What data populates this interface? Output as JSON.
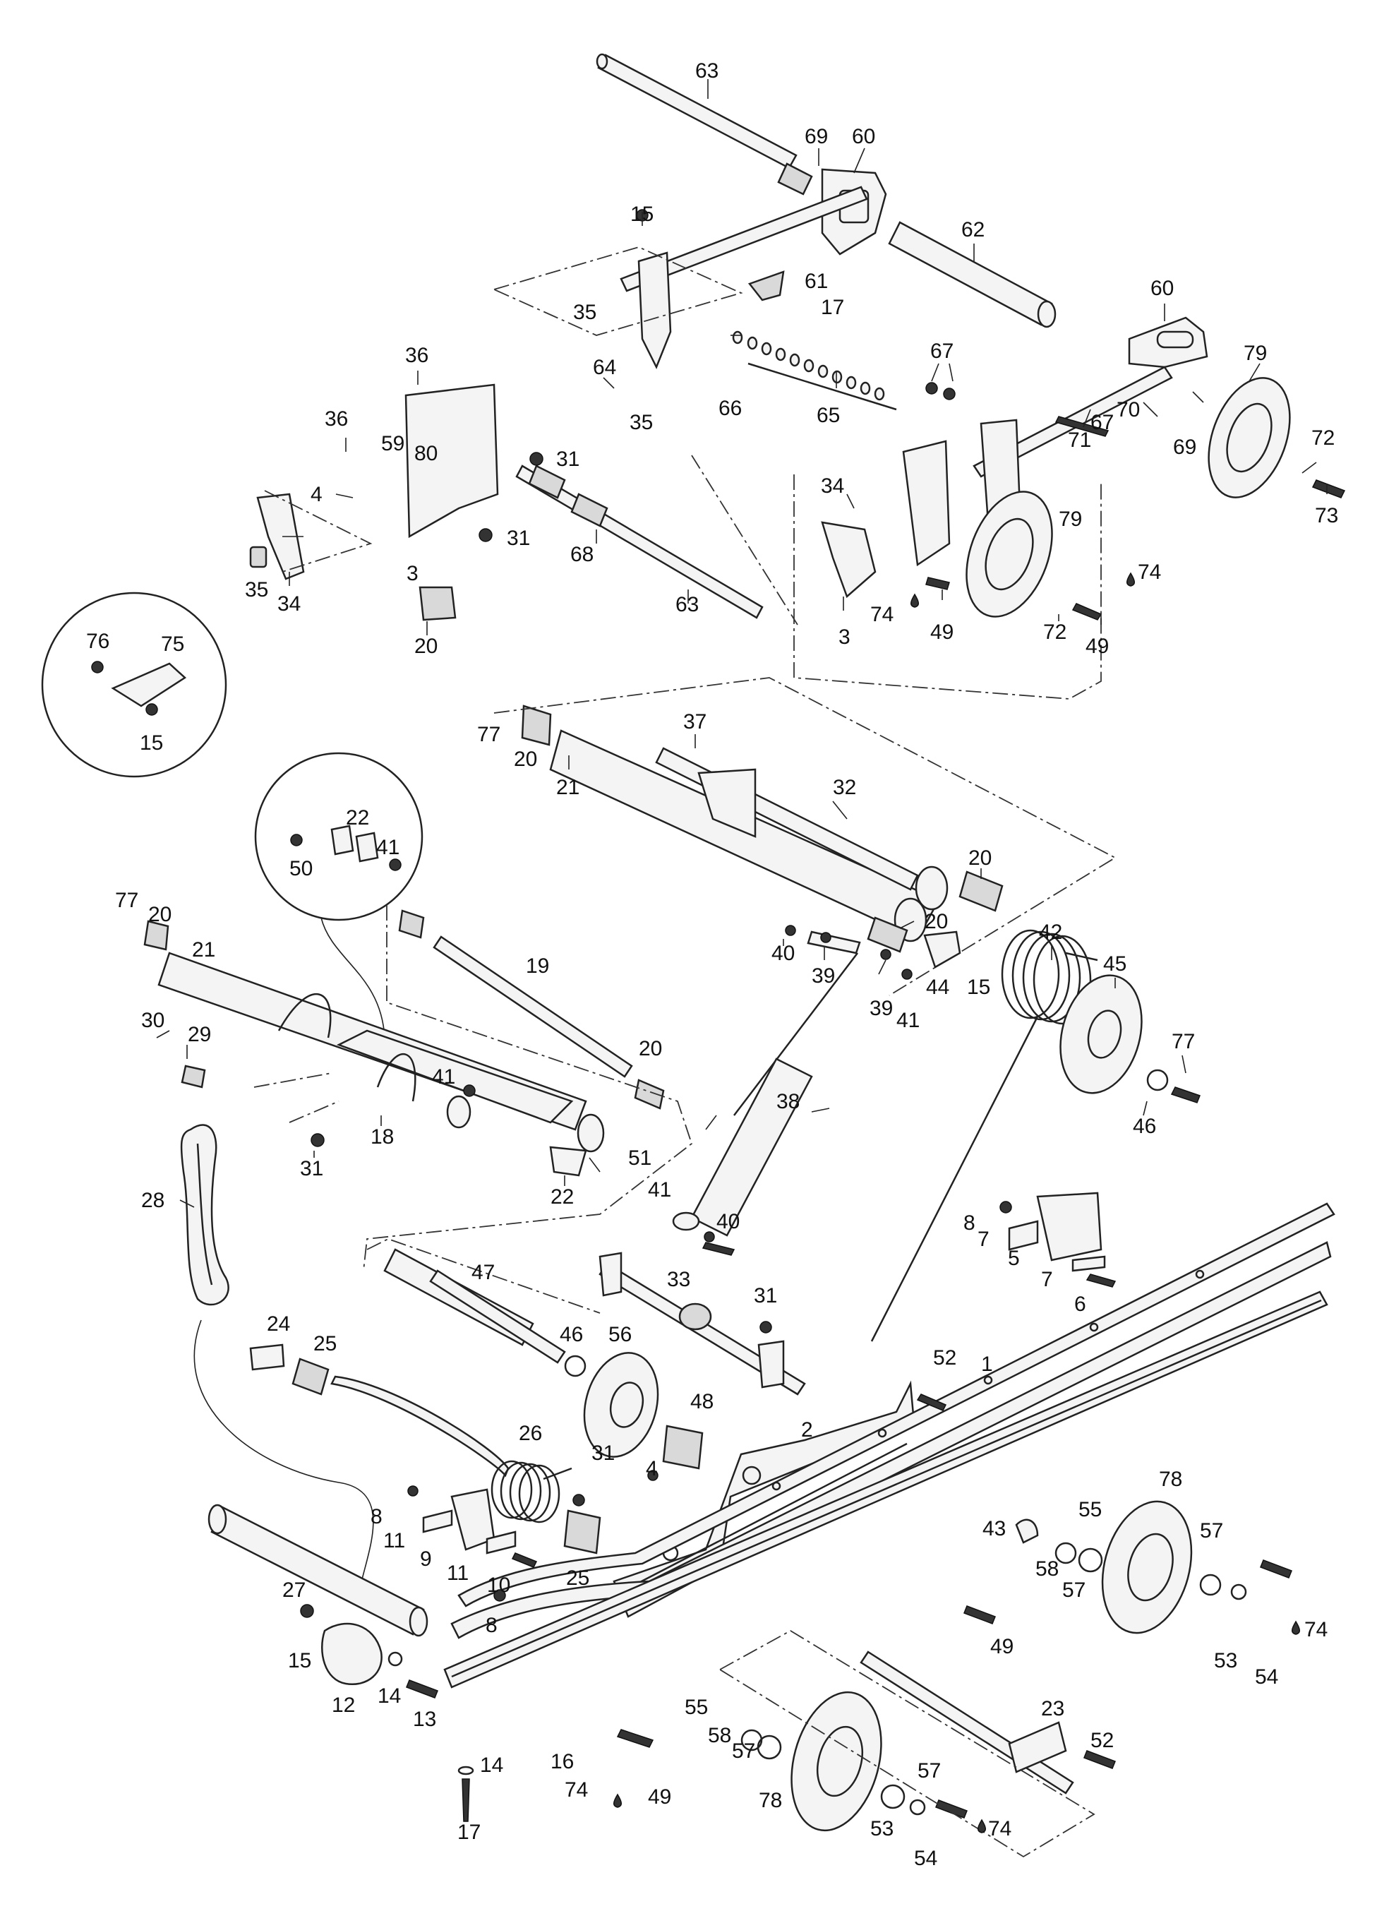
{
  "diagram": {
    "callouts": [
      {
        "id": "c63a",
        "text": "63"
      },
      {
        "id": "c69a",
        "text": "69"
      },
      {
        "id": "c60a",
        "text": "60"
      },
      {
        "id": "c15a",
        "text": "15"
      },
      {
        "id": "c62",
        "text": "62"
      },
      {
        "id": "c61",
        "text": "61"
      },
      {
        "id": "c17a",
        "text": "17"
      },
      {
        "id": "c35a",
        "text": "35"
      },
      {
        "id": "c60b",
        "text": "60"
      },
      {
        "id": "c79a",
        "text": "79"
      },
      {
        "id": "c36a",
        "text": "36"
      },
      {
        "id": "c64",
        "text": "64"
      },
      {
        "id": "c67a",
        "text": "67"
      },
      {
        "id": "c59",
        "text": "59"
      },
      {
        "id": "c80",
        "text": "80"
      },
      {
        "id": "c35b",
        "text": "35"
      },
      {
        "id": "c66",
        "text": "66"
      },
      {
        "id": "c65",
        "text": "65"
      },
      {
        "id": "c70",
        "text": "70"
      },
      {
        "id": "c67b",
        "text": "67"
      },
      {
        "id": "c36b",
        "text": "36"
      },
      {
        "id": "c71",
        "text": "71"
      },
      {
        "id": "c69b",
        "text": "69"
      },
      {
        "id": "c72a",
        "text": "72"
      },
      {
        "id": "c31a",
        "text": "31"
      },
      {
        "id": "c73",
        "text": "73"
      },
      {
        "id": "c4a",
        "text": "4"
      },
      {
        "id": "c34a",
        "text": "34"
      },
      {
        "id": "c79b",
        "text": "79"
      },
      {
        "id": "c31b",
        "text": "31"
      },
      {
        "id": "c68",
        "text": "68"
      },
      {
        "id": "c74a",
        "text": "74"
      },
      {
        "id": "c35c",
        "text": "35"
      },
      {
        "id": "c34b",
        "text": "34"
      },
      {
        "id": "c3a",
        "text": "3"
      },
      {
        "id": "c63b",
        "text": "63"
      },
      {
        "id": "c74b",
        "text": "74"
      },
      {
        "id": "c49a",
        "text": "49"
      },
      {
        "id": "c72b",
        "text": "72"
      },
      {
        "id": "c3b",
        "text": "3"
      },
      {
        "id": "c49b",
        "text": "49"
      },
      {
        "id": "c20a",
        "text": "20"
      },
      {
        "id": "c76",
        "text": "76"
      },
      {
        "id": "c75",
        "text": "75"
      },
      {
        "id": "c15b",
        "text": "15"
      },
      {
        "id": "c37",
        "text": "37"
      },
      {
        "id": "c77a",
        "text": "77"
      },
      {
        "id": "c20b",
        "text": "20"
      },
      {
        "id": "c21a",
        "text": "21"
      },
      {
        "id": "c32",
        "text": "32"
      },
      {
        "id": "c22a",
        "text": "22"
      },
      {
        "id": "c50",
        "text": "50"
      },
      {
        "id": "c41a",
        "text": "41"
      },
      {
        "id": "c20c",
        "text": "20"
      },
      {
        "id": "c77b",
        "text": "77"
      },
      {
        "id": "c20d",
        "text": "20"
      },
      {
        "id": "c20e",
        "text": "20"
      },
      {
        "id": "c21b",
        "text": "21"
      },
      {
        "id": "c42",
        "text": "42"
      },
      {
        "id": "c45",
        "text": "45"
      },
      {
        "id": "c40a",
        "text": "40"
      },
      {
        "id": "c19",
        "text": "19"
      },
      {
        "id": "c39a",
        "text": "39"
      },
      {
        "id": "c44",
        "text": "44"
      },
      {
        "id": "c15c",
        "text": "15"
      },
      {
        "id": "c39b",
        "text": "39"
      },
      {
        "id": "c41b",
        "text": "41"
      },
      {
        "id": "c30",
        "text": "30"
      },
      {
        "id": "c29",
        "text": "29"
      },
      {
        "id": "c20f",
        "text": "20"
      },
      {
        "id": "c77c",
        "text": "77"
      },
      {
        "id": "c46a",
        "text": "46"
      },
      {
        "id": "c41c",
        "text": "41"
      },
      {
        "id": "c38",
        "text": "38"
      },
      {
        "id": "c18",
        "text": "18"
      },
      {
        "id": "c31c",
        "text": "31"
      },
      {
        "id": "c51",
        "text": "51"
      },
      {
        "id": "c22b",
        "text": "22"
      },
      {
        "id": "c28",
        "text": "28"
      },
      {
        "id": "c41d",
        "text": "41"
      },
      {
        "id": "c8a",
        "text": "8"
      },
      {
        "id": "c7a",
        "text": "7"
      },
      {
        "id": "c40b",
        "text": "40"
      },
      {
        "id": "c5",
        "text": "5"
      },
      {
        "id": "c7b",
        "text": "7"
      },
      {
        "id": "c47",
        "text": "47"
      },
      {
        "id": "c6",
        "text": "6"
      },
      {
        "id": "c33",
        "text": "33"
      },
      {
        "id": "c31d",
        "text": "31"
      },
      {
        "id": "c24",
        "text": "24"
      },
      {
        "id": "c46b",
        "text": "46"
      },
      {
        "id": "c56",
        "text": "56"
      },
      {
        "id": "c25a",
        "text": "25"
      },
      {
        "id": "c52a",
        "text": "52"
      },
      {
        "id": "c1",
        "text": "1"
      },
      {
        "id": "c48",
        "text": "48"
      },
      {
        "id": "c2",
        "text": "2"
      },
      {
        "id": "c26",
        "text": "26"
      },
      {
        "id": "c31e",
        "text": "31"
      },
      {
        "id": "c4b",
        "text": "4"
      },
      {
        "id": "c78a",
        "text": "78"
      },
      {
        "id": "c55a",
        "text": "55"
      },
      {
        "id": "c8b",
        "text": "8"
      },
      {
        "id": "c43",
        "text": "43"
      },
      {
        "id": "c11a",
        "text": "11"
      },
      {
        "id": "c58a",
        "text": "58"
      },
      {
        "id": "c9",
        "text": "9"
      },
      {
        "id": "c11b",
        "text": "11"
      },
      {
        "id": "c57a",
        "text": "57"
      },
      {
        "id": "c10",
        "text": "10"
      },
      {
        "id": "c25b",
        "text": "25"
      },
      {
        "id": "c57b",
        "text": "57"
      },
      {
        "id": "c27",
        "text": "27"
      },
      {
        "id": "c8c",
        "text": "8"
      },
      {
        "id": "c49c",
        "text": "49"
      },
      {
        "id": "c74c",
        "text": "74"
      },
      {
        "id": "c15d",
        "text": "15"
      },
      {
        "id": "c53a",
        "text": "53"
      },
      {
        "id": "c54a",
        "text": "54"
      },
      {
        "id": "c12",
        "text": "12"
      },
      {
        "id": "c14a",
        "text": "14"
      },
      {
        "id": "c13",
        "text": "13"
      },
      {
        "id": "c55b",
        "text": "55"
      },
      {
        "id": "c23",
        "text": "23"
      },
      {
        "id": "c58b",
        "text": "58"
      },
      {
        "id": "c57c",
        "text": "57"
      },
      {
        "id": "c14b",
        "text": "14"
      },
      {
        "id": "c16",
        "text": "16"
      },
      {
        "id": "c52b",
        "text": "52"
      },
      {
        "id": "c74d",
        "text": "74"
      },
      {
        "id": "c49d",
        "text": "49"
      },
      {
        "id": "c78b",
        "text": "78"
      },
      {
        "id": "c57d",
        "text": "57"
      },
      {
        "id": "c17b",
        "text": "17"
      },
      {
        "id": "c53b",
        "text": "53"
      },
      {
        "id": "c74e",
        "text": "74"
      },
      {
        "id": "c54b",
        "text": "54"
      }
    ]
  }
}
